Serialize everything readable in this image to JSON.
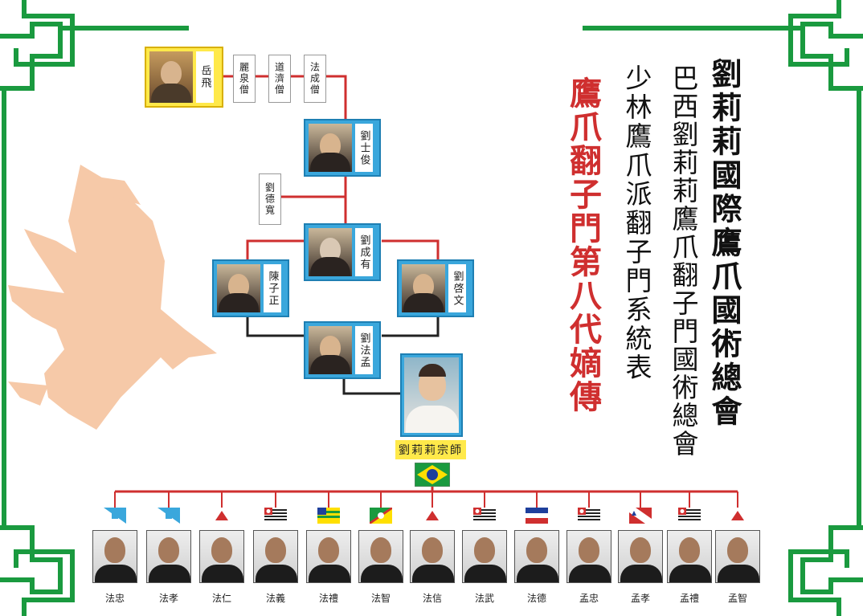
{
  "titles": {
    "col1": "劉莉莉國際鷹爪國術總會",
    "col2": "巴西劉莉莉鷹爪翻子門國術總會",
    "col3": "少林鷹爪派翻子門系統表",
    "col4": "鷹爪翻子門第八代嫡傳"
  },
  "colors": {
    "red": "#cf2f2f",
    "green": "#1a9a3f",
    "blue": "#3aa7dc",
    "gold": "#ffe94a",
    "eagle": "#f6c9a8"
  },
  "lineage": {
    "founder": "岳飛",
    "monks": [
      "麗泉僧",
      "道濟僧",
      "法成僧"
    ],
    "gen1": "劉士俊",
    "side1": "劉德寬",
    "gen2": "劉成有",
    "left": "陳子正",
    "right": "劉啓文",
    "gen3": "劉法孟",
    "grandmaster": "劉莉莉宗師"
  },
  "disciples": [
    {
      "name": "法忠",
      "flag": "rio"
    },
    {
      "name": "法孝",
      "flag": "rio"
    },
    {
      "name": "法仁",
      "flag": "triangle"
    },
    {
      "name": "法義",
      "flag": "stripes"
    },
    {
      "name": "法禮",
      "flag": "goias"
    },
    {
      "name": "法智",
      "flag": "rs"
    },
    {
      "name": "法信",
      "flag": "triangle"
    },
    {
      "name": "法武",
      "flag": "stripes"
    },
    {
      "name": "法德",
      "flag": "redstar"
    },
    {
      "name": "孟忠",
      "flag": "stripes"
    },
    {
      "name": "孟孝",
      "flag": "para"
    },
    {
      "name": "孟禮",
      "flag": "stripes"
    },
    {
      "name": "孟智",
      "flag": "triangle"
    }
  ]
}
